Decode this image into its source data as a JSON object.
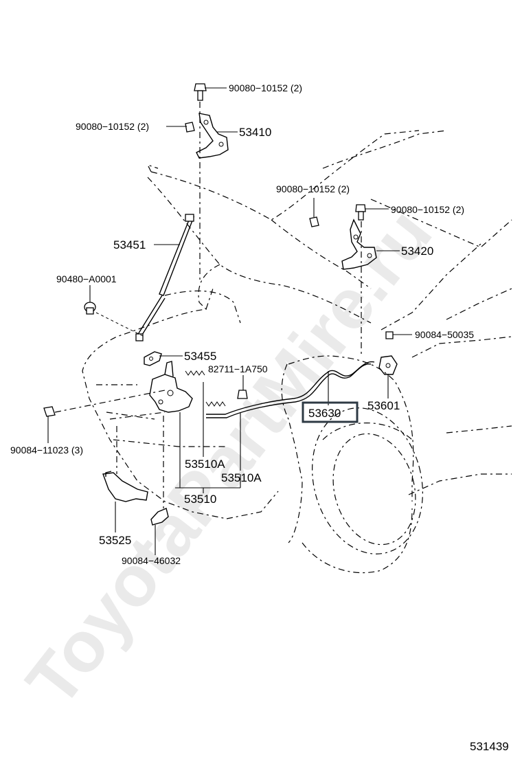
{
  "watermark": "ToyotaPartMire.ru",
  "diagram_id": "531439",
  "labels": {
    "bolt_top": "90080−10152 (2)",
    "bolt_left_hinge": "90080−10152 (2)",
    "hinge_left": "53410",
    "bolt_right_a": "90080−10152 (2)",
    "bolt_right_b": "90080−10152 (2)",
    "hinge_right": "53420",
    "hood_support": "53451",
    "cushion": "90480−A0001",
    "clip_right": "90084−50035",
    "lock_bracket": "53455",
    "bulb": "82711−1A750",
    "cable_highlight": "53630",
    "release_lever": "53601",
    "bolt_lower": "90084−11023 (3)",
    "spring_a": "53510A",
    "spring_b": "53510A",
    "lock_assy": "53510",
    "control_cable": "53525",
    "clip_lower": "90084−46032"
  },
  "colors": {
    "line": "#000000",
    "highlight_box": "#2e3a44",
    "watermark": "#d9d9d9"
  }
}
